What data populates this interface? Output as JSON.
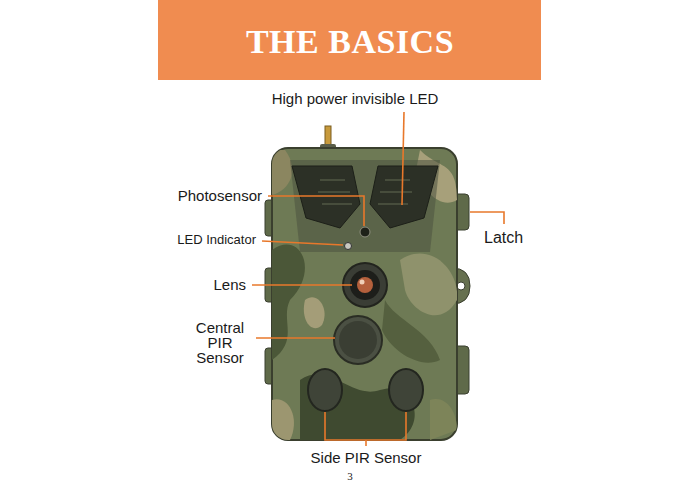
{
  "diagram": {
    "title": "THE BASICS",
    "labels": [
      "High power invisible LED",
      "Photosensor",
      "LED Indicator",
      "Lens",
      "Central PIR Sensor",
      "Latch",
      "Side PIR Sensor",
      "3"
    ]
  }
}
